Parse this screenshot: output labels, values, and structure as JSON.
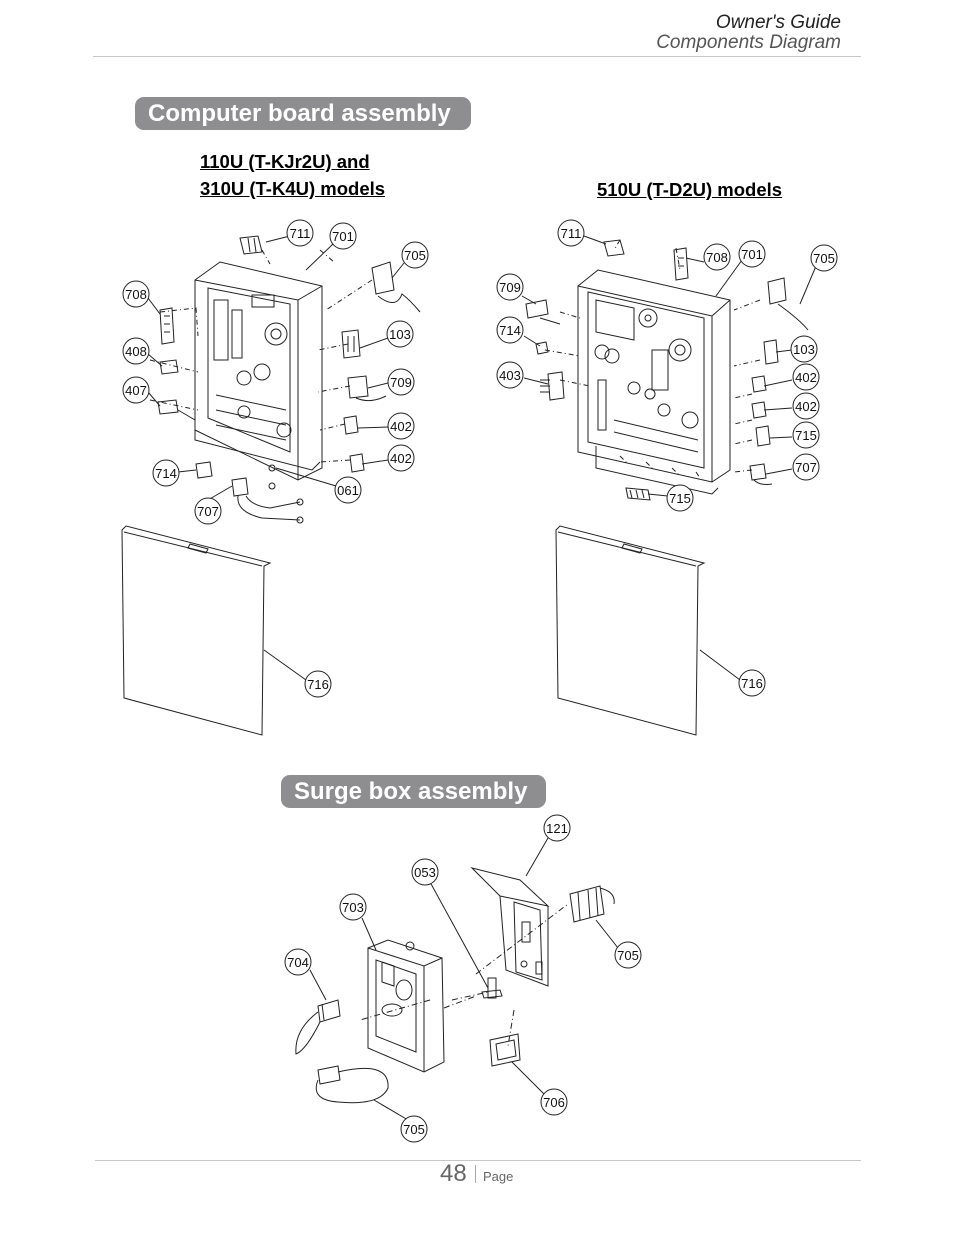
{
  "header": {
    "title": "Owner's Guide",
    "section": "Components Diagram"
  },
  "sections": {
    "computer_board": {
      "title": "Computer board assembly",
      "model_left": [
        "110U (T-KJr2U) and",
        "310U (T-K4U) models"
      ],
      "model_right": "510U (T-D2U) models"
    },
    "surge_box": {
      "title": "Surge box assembly"
    }
  },
  "callouts": {
    "left_board": [
      "711",
      "701",
      "705",
      "708",
      "103",
      "408",
      "709",
      "407",
      "402",
      "402",
      "714",
      "061",
      "707",
      "716"
    ],
    "right_board": [
      "711",
      "708",
      "701",
      "705",
      "709",
      "714",
      "103",
      "403",
      "402",
      "402",
      "715",
      "707",
      "715",
      "716"
    ],
    "surge_box": [
      "121",
      "053",
      "703",
      "705",
      "704",
      "706",
      "705"
    ]
  },
  "footer": {
    "page_number": "48",
    "page_label": "Page"
  },
  "colors": {
    "pill": "#8e8e90",
    "rule": "#c8c8c8",
    "line": "#222222"
  }
}
